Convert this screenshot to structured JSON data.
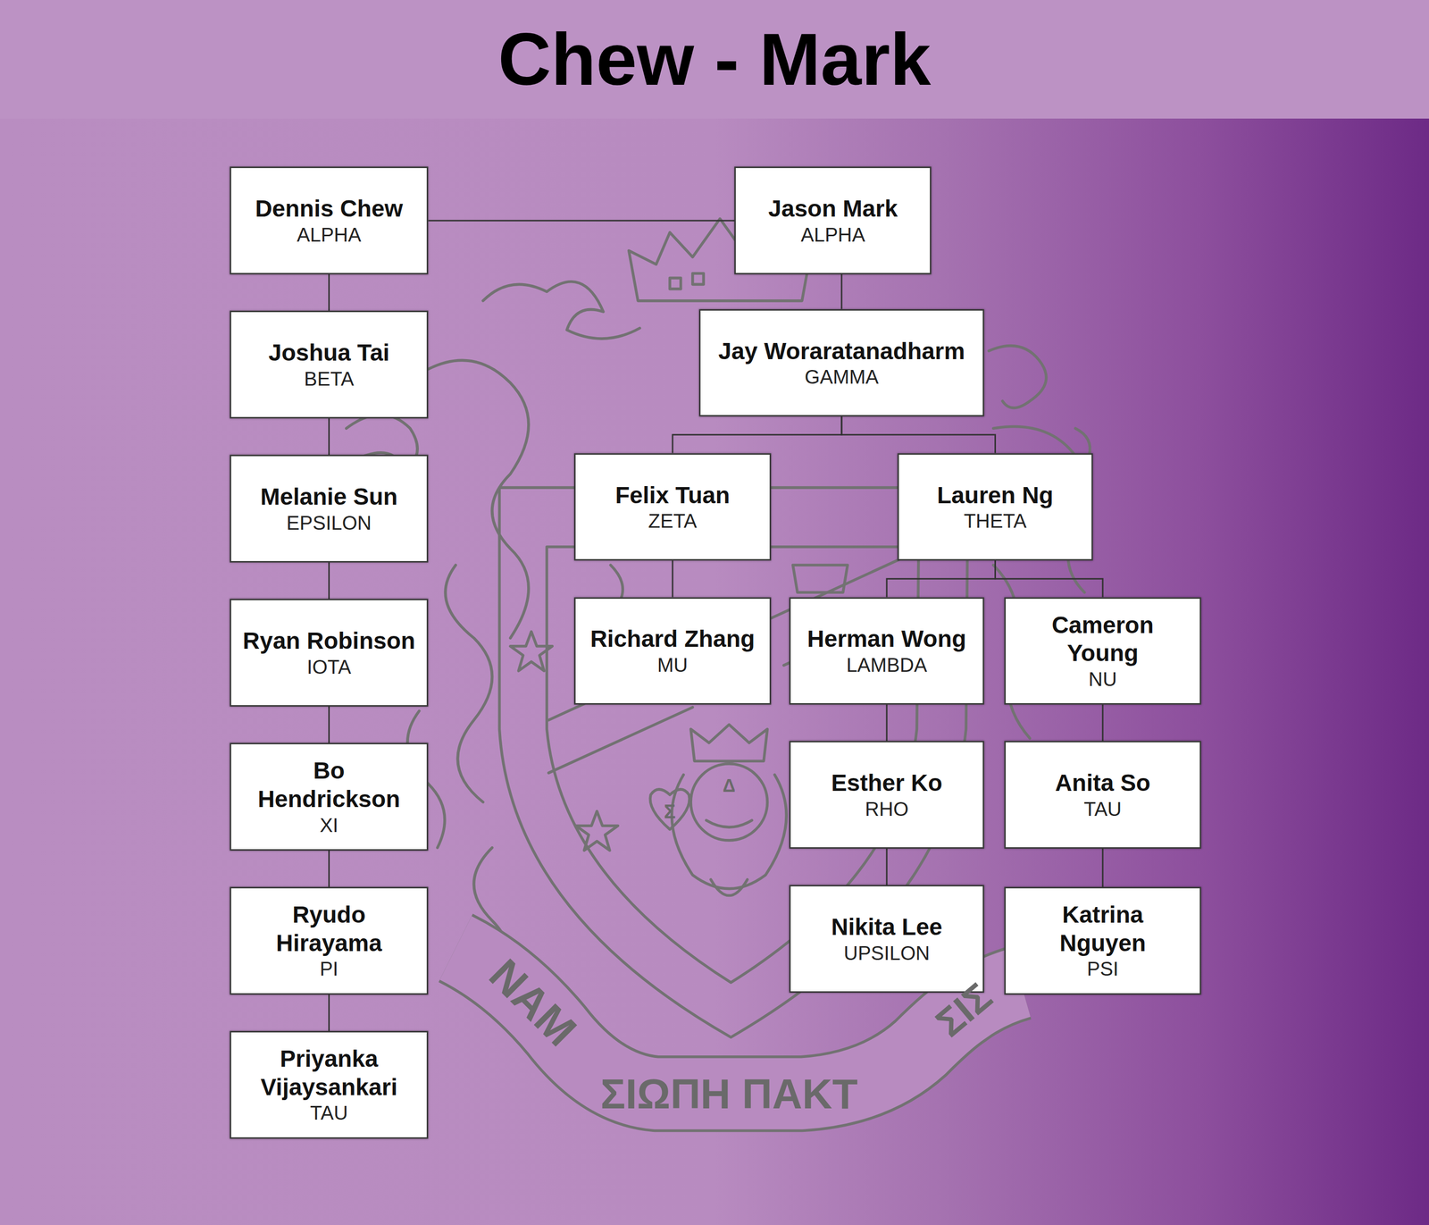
{
  "diagram": {
    "title": "Chew - Mark",
    "nodes": [
      {
        "text": [
          "Dennis Chew",
          "ALPHA"
        ]
      },
      {
        "text": [
          "Jason Mark",
          "ALPHA"
        ]
      },
      {
        "text": [
          "Joshua Tai",
          "BETA"
        ]
      },
      {
        "text": [
          "Jay Woraratanadharm",
          "GAMMA"
        ]
      },
      {
        "text": [
          "Melanie Sun",
          "EPSILON"
        ]
      },
      {
        "text": [
          "Felix Tuan",
          "ZETA"
        ]
      },
      {
        "text": [
          "Lauren Ng",
          "THETA"
        ]
      },
      {
        "text": [
          "Ryan Robinson",
          "IOTA"
        ]
      },
      {
        "text": [
          "Richard Zhang",
          "MU"
        ]
      },
      {
        "text": [
          "Herman Wong",
          "LAMBDA"
        ]
      },
      {
        "text": [
          "Cameron Young",
          "NU"
        ]
      },
      {
        "text": [
          "Bo Hendrickson",
          "XI"
        ]
      },
      {
        "text": [
          "Esther Ko",
          "RHO"
        ]
      },
      {
        "text": [
          "Anita So",
          "TAU"
        ]
      },
      {
        "text": [
          "Ryudo Hirayama",
          "PI"
        ]
      },
      {
        "text": [
          "Nikita Lee",
          "UPSILON"
        ]
      },
      {
        "text": [
          "Katrina Nguyen",
          "PSI"
        ]
      },
      {
        "text": [
          "Priyanka Vijaysankari",
          "TAU"
        ]
      }
    ],
    "edges": [
      {
        "from": 0,
        "to": 1,
        "arrow": "none"
      },
      {
        "from": 0,
        "to": 2,
        "arrow": "none"
      },
      {
        "from": 2,
        "to": 4,
        "arrow": "none"
      },
      {
        "from": 4,
        "to": 7,
        "arrow": "none"
      },
      {
        "from": 7,
        "to": 11,
        "arrow": "none"
      },
      {
        "from": 11,
        "to": 14,
        "arrow": "none"
      },
      {
        "from": 14,
        "to": 17,
        "arrow": "none"
      },
      {
        "from": 1,
        "to": 3,
        "arrow": "none"
      },
      {
        "from": 3,
        "to": 5,
        "arrow": "none"
      },
      {
        "from": 3,
        "to": 6,
        "arrow": "none"
      },
      {
        "from": 5,
        "to": 8,
        "arrow": "none"
      },
      {
        "from": 6,
        "to": 9,
        "arrow": "none"
      },
      {
        "from": 6,
        "to": 10,
        "arrow": "none"
      },
      {
        "from": 9,
        "to": 12,
        "arrow": "none"
      },
      {
        "from": 12,
        "to": 15,
        "arrow": "none"
      },
      {
        "from": 10,
        "to": 13,
        "arrow": "none"
      },
      {
        "from": 13,
        "to": 16,
        "arrow": "none"
      }
    ],
    "labels": [
      "ΝΑΜ",
      "ΣΙΩΠΗ ΠΑΚΤ",
      "ΣΙΣ",
      "Σ",
      "Δ"
    ]
  }
}
